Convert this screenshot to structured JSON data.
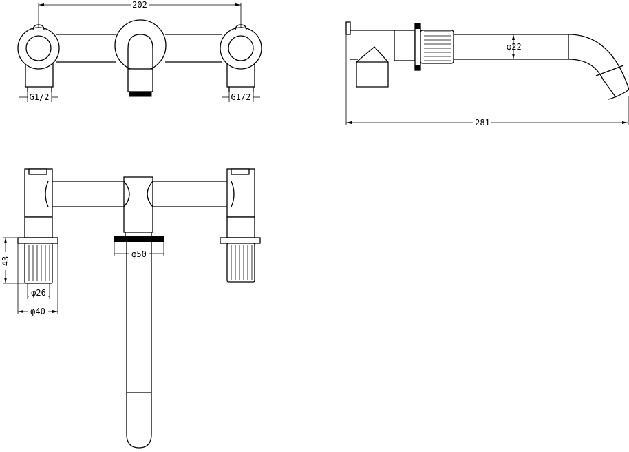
{
  "dimensions": {
    "width_total": "202",
    "thread_left": "G1/2",
    "thread_right": "G1/2",
    "spout_diameter": "φ22",
    "side_length": "281",
    "handle_height": "43",
    "handle_diameter": "φ26",
    "flange_diameter": "φ40",
    "aerator_flange_diameter": "φ50"
  },
  "colors": {
    "line": "#000000",
    "background": "#ffffff"
  }
}
